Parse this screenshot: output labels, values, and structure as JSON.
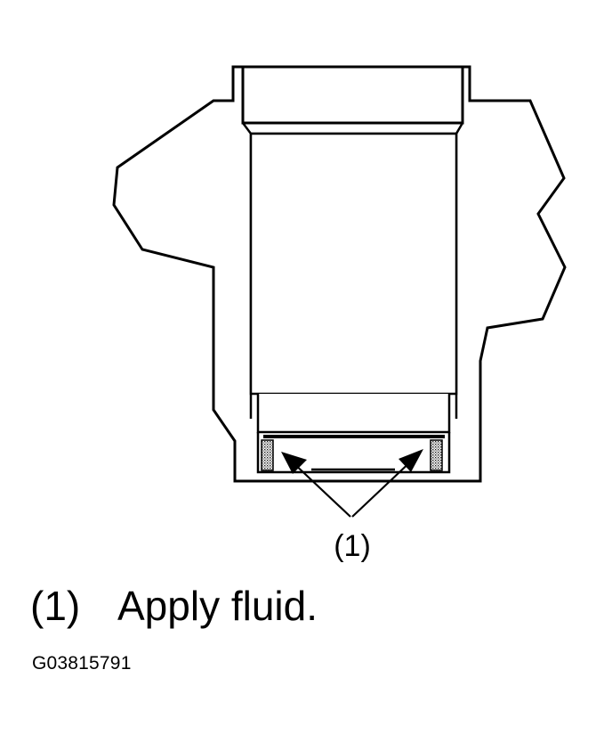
{
  "diagram": {
    "callout_label": "(1)"
  },
  "legend": {
    "items": [
      {
        "number": "(1)",
        "text": "Apply fluid."
      }
    ]
  },
  "figure_id": "G03815791",
  "colors": {
    "line": "#000000",
    "background": "#ffffff",
    "seal_stipple": "#555555"
  }
}
